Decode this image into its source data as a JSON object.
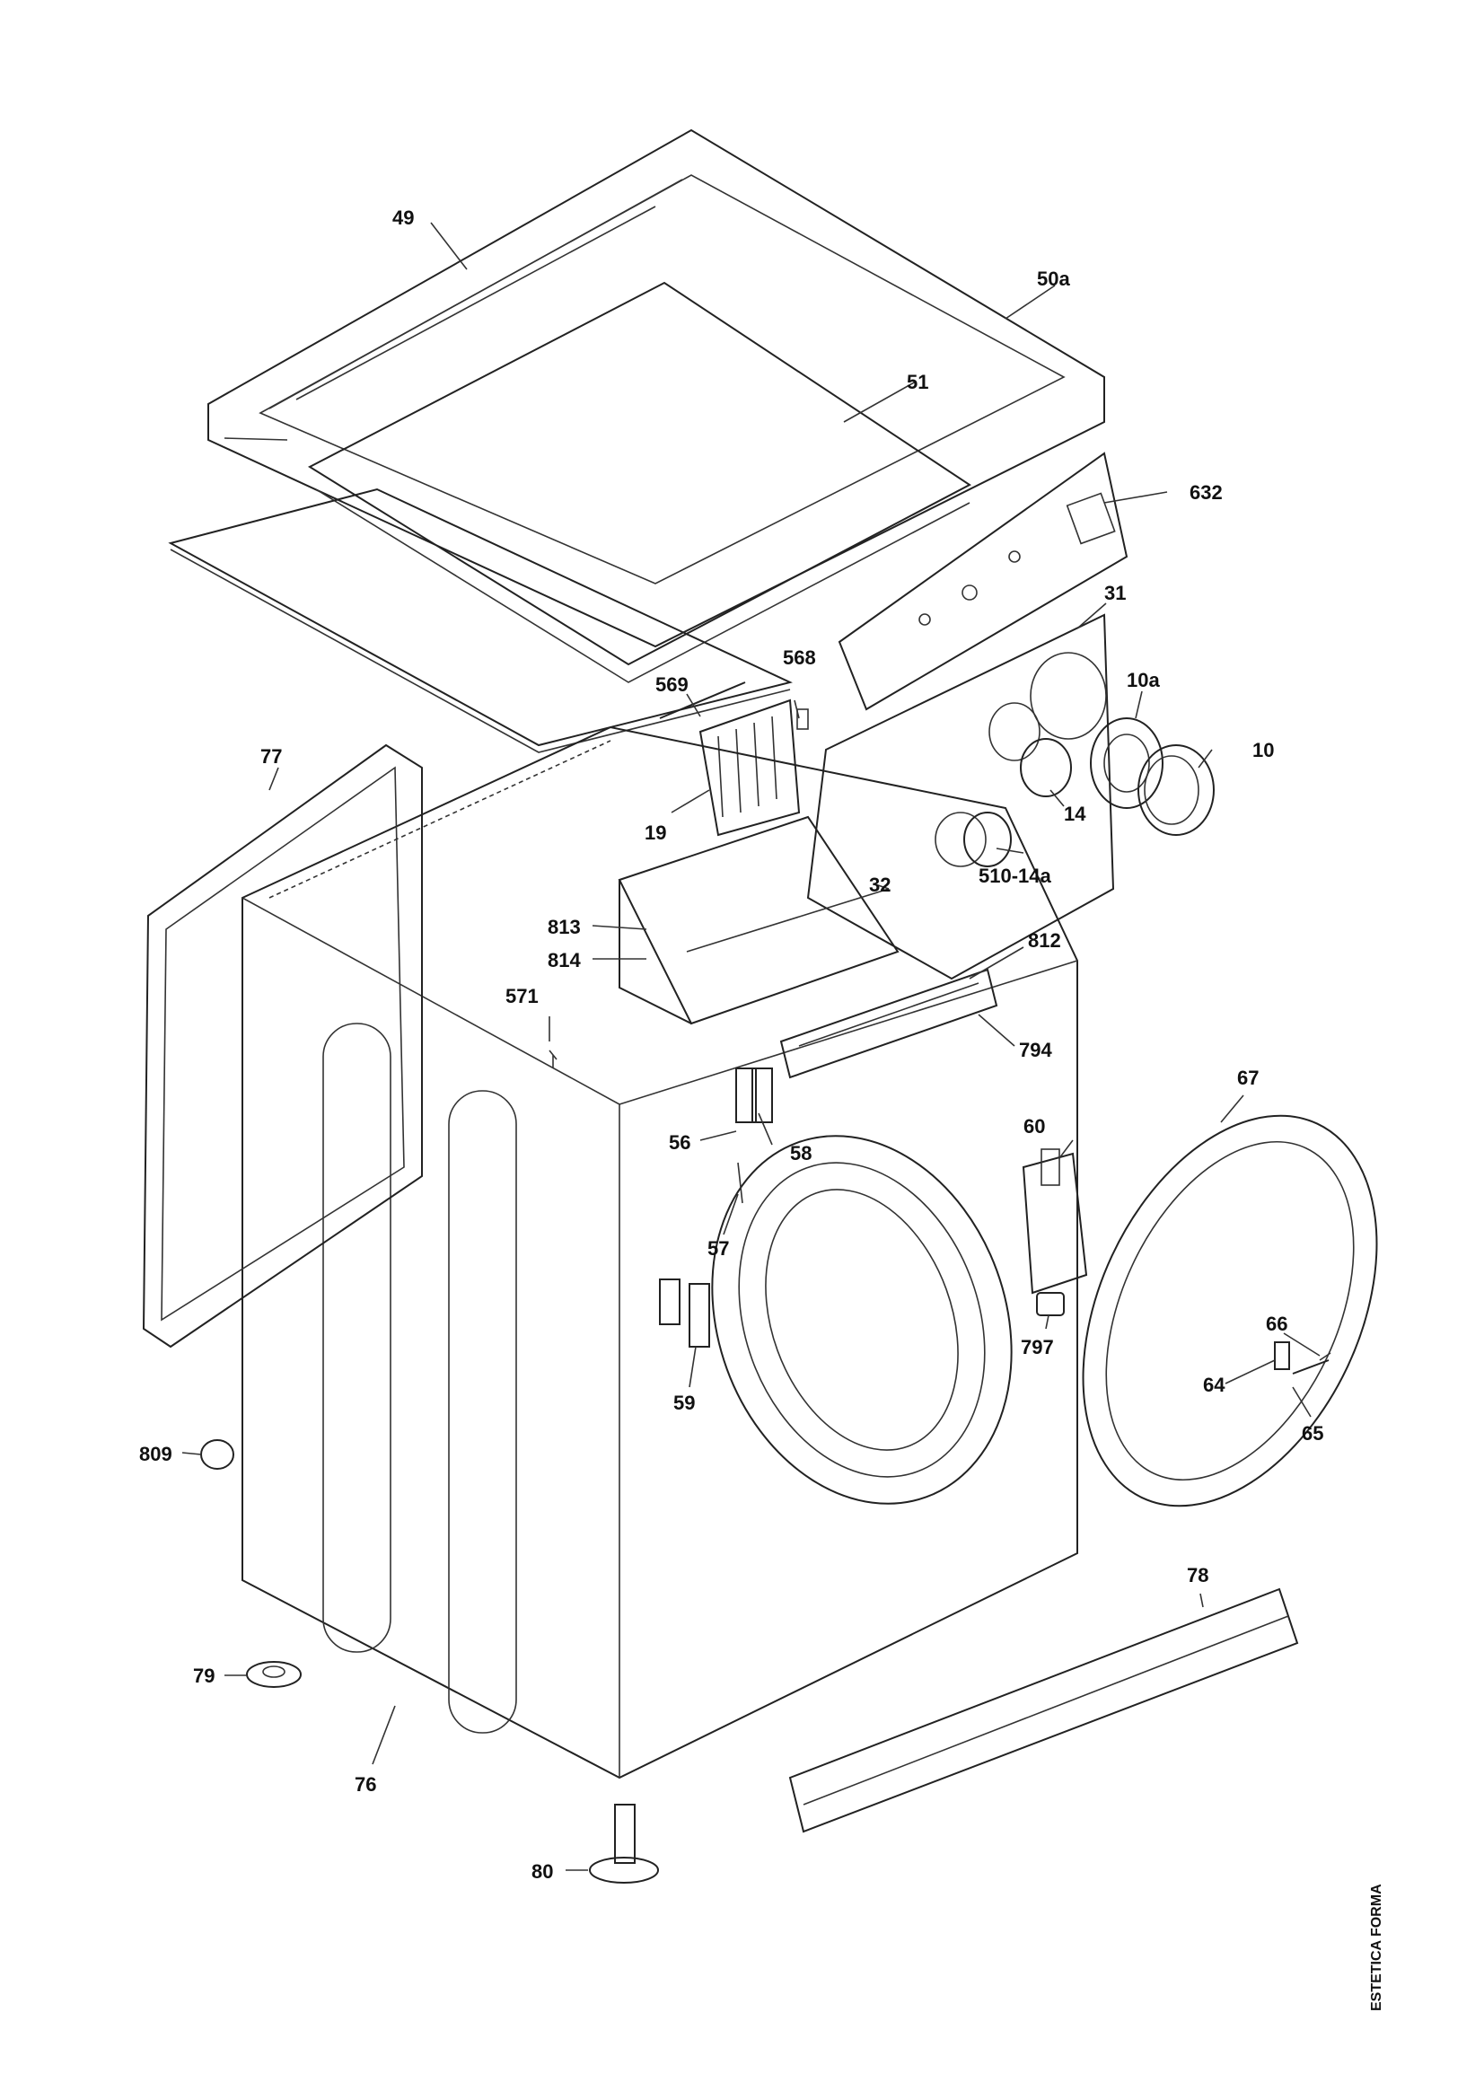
{
  "side_label": "ESTETICA FORMA",
  "labels": {
    "l49": "49",
    "l50a": "50a",
    "l51": "51",
    "l632": "632",
    "l31": "31",
    "l568": "568",
    "l569": "569",
    "l10a": "10a",
    "l10": "10",
    "l14": "14",
    "l19": "19",
    "l77": "77",
    "l510_14a": "510-14a",
    "l32": "32",
    "l813": "813",
    "l814": "814",
    "l812": "812",
    "l571": "571",
    "l794": "794",
    "l67": "67",
    "l60": "60",
    "l56": "56",
    "l58": "58",
    "l57": "57",
    "l797": "797",
    "l66": "66",
    "l64": "64",
    "l65": "65",
    "l59": "59",
    "l809": "809",
    "l78": "78",
    "l79": "79",
    "l76": "76",
    "l80": "80"
  }
}
